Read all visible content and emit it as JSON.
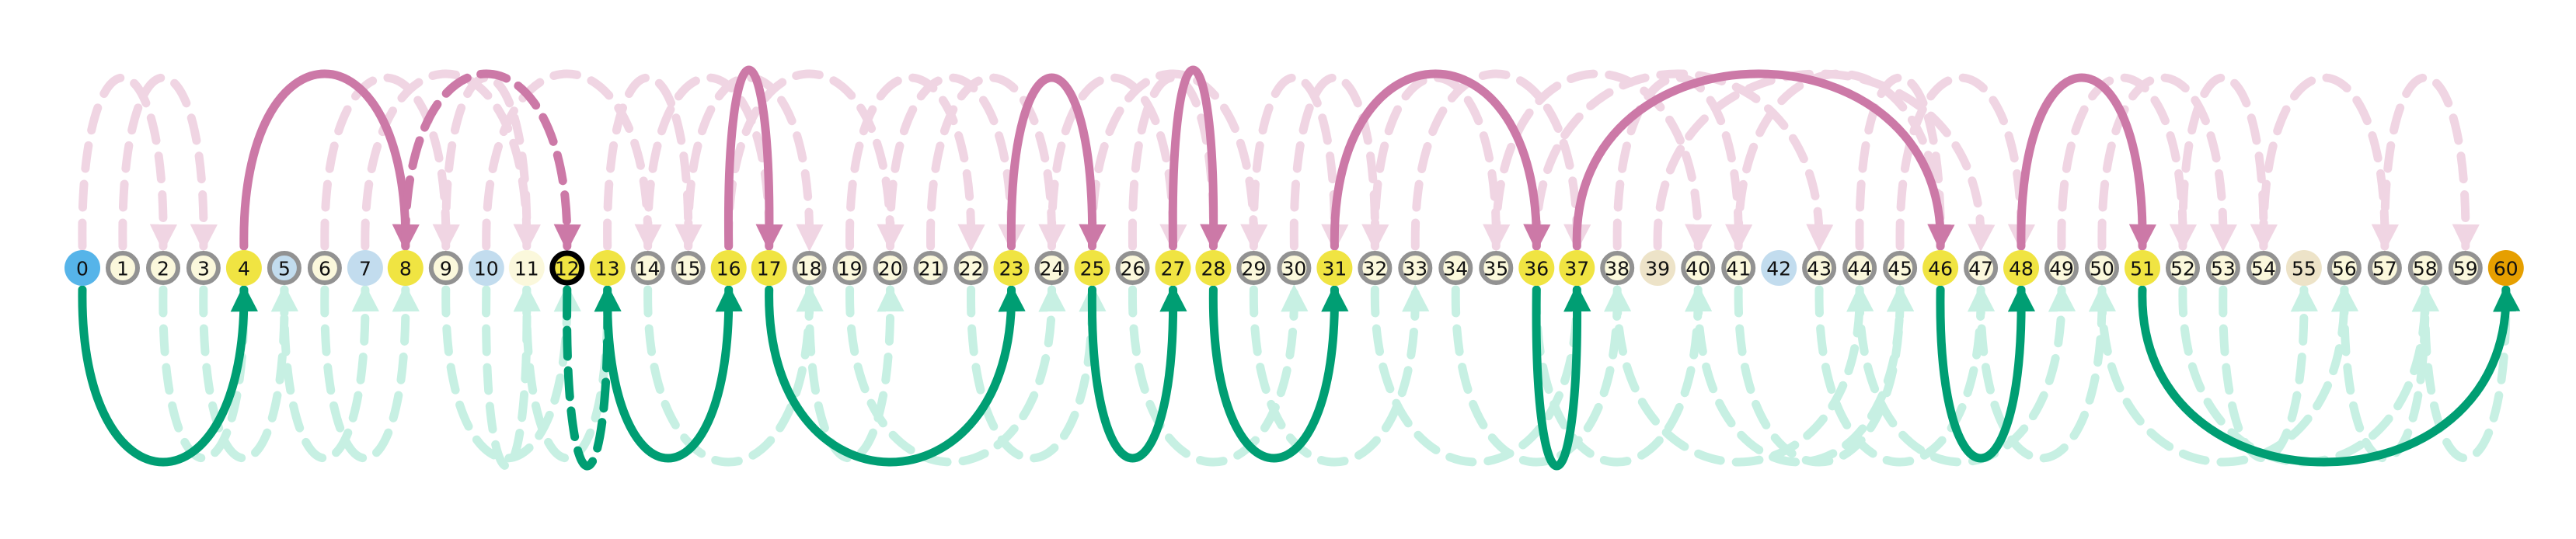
{
  "colors": {
    "background": "#ffffff",
    "pink": "#cc79a7",
    "green": "#009e73",
    "pink_faded": "#f0d5e3",
    "green_faded": "#c7f0e3",
    "node_start": "#56b4e9",
    "node_goal": "#e69f00",
    "node_path": "#f0e442",
    "node_plain": "#fbf8dc",
    "node_blue": "#c2dcee",
    "node_tan": "#ede3c8",
    "ring_grey": "#929292",
    "ring_current": "#000000"
  },
  "nodes": [
    {
      "label": "0",
      "kind": "start"
    },
    {
      "label": "1",
      "kind": "plain"
    },
    {
      "label": "2",
      "kind": "plain"
    },
    {
      "label": "3",
      "kind": "plain"
    },
    {
      "label": "4",
      "kind": "path"
    },
    {
      "label": "5",
      "kind": "blue"
    },
    {
      "label": "6",
      "kind": "plain"
    },
    {
      "label": "7",
      "kind": "blue-noring"
    },
    {
      "label": "8",
      "kind": "path"
    },
    {
      "label": "9",
      "kind": "plain"
    },
    {
      "label": "10",
      "kind": "blue-noring"
    },
    {
      "label": "11",
      "kind": "plain-noring"
    },
    {
      "label": "12",
      "kind": "current"
    },
    {
      "label": "13",
      "kind": "path"
    },
    {
      "label": "14",
      "kind": "plain"
    },
    {
      "label": "15",
      "kind": "plain"
    },
    {
      "label": "16",
      "kind": "path"
    },
    {
      "label": "17",
      "kind": "path"
    },
    {
      "label": "18",
      "kind": "plain"
    },
    {
      "label": "19",
      "kind": "plain"
    },
    {
      "label": "20",
      "kind": "plain"
    },
    {
      "label": "21",
      "kind": "plain"
    },
    {
      "label": "22",
      "kind": "plain"
    },
    {
      "label": "23",
      "kind": "path"
    },
    {
      "label": "24",
      "kind": "plain"
    },
    {
      "label": "25",
      "kind": "path"
    },
    {
      "label": "26",
      "kind": "plain"
    },
    {
      "label": "27",
      "kind": "path"
    },
    {
      "label": "28",
      "kind": "path"
    },
    {
      "label": "29",
      "kind": "plain"
    },
    {
      "label": "30",
      "kind": "plain"
    },
    {
      "label": "31",
      "kind": "path"
    },
    {
      "label": "32",
      "kind": "plain"
    },
    {
      "label": "33",
      "kind": "plain"
    },
    {
      "label": "34",
      "kind": "plain"
    },
    {
      "label": "35",
      "kind": "plain"
    },
    {
      "label": "36",
      "kind": "path"
    },
    {
      "label": "37",
      "kind": "path"
    },
    {
      "label": "38",
      "kind": "plain"
    },
    {
      "label": "39",
      "kind": "tan-noring"
    },
    {
      "label": "40",
      "kind": "plain"
    },
    {
      "label": "41",
      "kind": "plain"
    },
    {
      "label": "42",
      "kind": "blue-noring"
    },
    {
      "label": "43",
      "kind": "plain"
    },
    {
      "label": "44",
      "kind": "plain"
    },
    {
      "label": "45",
      "kind": "plain"
    },
    {
      "label": "46",
      "kind": "path"
    },
    {
      "label": "47",
      "kind": "plain"
    },
    {
      "label": "48",
      "kind": "path"
    },
    {
      "label": "49",
      "kind": "plain"
    },
    {
      "label": "50",
      "kind": "plain"
    },
    {
      "label": "51",
      "kind": "path"
    },
    {
      "label": "52",
      "kind": "plain"
    },
    {
      "label": "53",
      "kind": "plain"
    },
    {
      "label": "54",
      "kind": "plain"
    },
    {
      "label": "55",
      "kind": "tan-noring"
    },
    {
      "label": "56",
      "kind": "plain"
    },
    {
      "label": "57",
      "kind": "plain"
    },
    {
      "label": "58",
      "kind": "plain"
    },
    {
      "label": "59",
      "kind": "plain"
    },
    {
      "label": "60",
      "kind": "goal"
    }
  ],
  "path_edges": [
    {
      "from": 0,
      "to": 4,
      "side": "below",
      "style": "solid"
    },
    {
      "from": 4,
      "to": 8,
      "side": "above",
      "style": "solid"
    },
    {
      "from": 8,
      "to": 12,
      "side": "above",
      "style": "dashed"
    },
    {
      "from": 12,
      "to": 13,
      "side": "below",
      "style": "dashed"
    },
    {
      "from": 13,
      "to": 16,
      "side": "below",
      "style": "solid"
    },
    {
      "from": 16,
      "to": 17,
      "side": "above",
      "style": "solid"
    },
    {
      "from": 17,
      "to": 23,
      "side": "below",
      "style": "solid"
    },
    {
      "from": 23,
      "to": 25,
      "side": "above",
      "style": "solid"
    },
    {
      "from": 25,
      "to": 27,
      "side": "below",
      "style": "solid"
    },
    {
      "from": 27,
      "to": 28,
      "side": "above",
      "style": "solid"
    },
    {
      "from": 28,
      "to": 31,
      "side": "below",
      "style": "solid"
    },
    {
      "from": 31,
      "to": 36,
      "side": "above",
      "style": "solid"
    },
    {
      "from": 36,
      "to": 37,
      "side": "below",
      "style": "solid"
    },
    {
      "from": 37,
      "to": 46,
      "side": "above",
      "style": "solid"
    },
    {
      "from": 46,
      "to": 48,
      "side": "below",
      "style": "solid"
    },
    {
      "from": 48,
      "to": 51,
      "side": "above",
      "style": "solid"
    },
    {
      "from": 51,
      "to": 60,
      "side": "below",
      "style": "solid"
    }
  ],
  "background_edges": [
    {
      "from": 1,
      "to": 3,
      "side": "above"
    },
    {
      "from": 0,
      "to": 2,
      "side": "above"
    },
    {
      "from": 2,
      "to": 4,
      "side": "below"
    },
    {
      "from": 3,
      "to": 5,
      "side": "below"
    },
    {
      "from": 5,
      "to": 7,
      "side": "below"
    },
    {
      "from": 6,
      "to": 8,
      "side": "below"
    },
    {
      "from": 6,
      "to": 9,
      "side": "above"
    },
    {
      "from": 7,
      "to": 11,
      "side": "above"
    },
    {
      "from": 9,
      "to": 11,
      "side": "above"
    },
    {
      "from": 9,
      "to": 12,
      "side": "below"
    },
    {
      "from": 10,
      "to": 11,
      "side": "below"
    },
    {
      "from": 10,
      "to": 14,
      "side": "above"
    },
    {
      "from": 11,
      "to": 13,
      "side": "below"
    },
    {
      "from": 13,
      "to": 15,
      "side": "above"
    },
    {
      "from": 14,
      "to": 17,
      "side": "above"
    },
    {
      "from": 14,
      "to": 18,
      "side": "below"
    },
    {
      "from": 15,
      "to": 18,
      "side": "above"
    },
    {
      "from": 16,
      "to": 20,
      "side": "above"
    },
    {
      "from": 18,
      "to": 20,
      "side": "below"
    },
    {
      "from": 19,
      "to": 22,
      "side": "above"
    },
    {
      "from": 19,
      "to": 24,
      "side": "below"
    },
    {
      "from": 20,
      "to": 23,
      "side": "above"
    },
    {
      "from": 21,
      "to": 24,
      "side": "above"
    },
    {
      "from": 22,
      "to": 25,
      "side": "below"
    },
    {
      "from": 24,
      "to": 27,
      "side": "above"
    },
    {
      "from": 25,
      "to": 29,
      "side": "above"
    },
    {
      "from": 26,
      "to": 28,
      "side": "above"
    },
    {
      "from": 26,
      "to": 30,
      "side": "below"
    },
    {
      "from": 29,
      "to": 31,
      "side": "above"
    },
    {
      "from": 29,
      "to": 33,
      "side": "below"
    },
    {
      "from": 30,
      "to": 32,
      "side": "above"
    },
    {
      "from": 32,
      "to": 35,
      "side": "above"
    },
    {
      "from": 32,
      "to": 37,
      "side": "below"
    },
    {
      "from": 33,
      "to": 37,
      "side": "above"
    },
    {
      "from": 34,
      "to": 38,
      "side": "below"
    },
    {
      "from": 35,
      "to": 40,
      "side": "above"
    },
    {
      "from": 36,
      "to": 40,
      "side": "below"
    },
    {
      "from": 36,
      "to": 43,
      "side": "above"
    },
    {
      "from": 38,
      "to": 41,
      "side": "above"
    },
    {
      "from": 38,
      "to": 44,
      "side": "below"
    },
    {
      "from": 39,
      "to": 47,
      "side": "above"
    },
    {
      "from": 40,
      "to": 45,
      "side": "below"
    },
    {
      "from": 41,
      "to": 46,
      "side": "above"
    },
    {
      "from": 41,
      "to": 45,
      "side": "below"
    },
    {
      "from": 43,
      "to": 47,
      "side": "below"
    },
    {
      "from": 44,
      "to": 46,
      "side": "above"
    },
    {
      "from": 44,
      "to": 49,
      "side": "below"
    },
    {
      "from": 45,
      "to": 48,
      "side": "above"
    },
    {
      "from": 47,
      "to": 50,
      "side": "below"
    },
    {
      "from": 49,
      "to": 52,
      "side": "above"
    },
    {
      "from": 50,
      "to": 53,
      "side": "above"
    },
    {
      "from": 50,
      "to": 56,
      "side": "below"
    },
    {
      "from": 52,
      "to": 54,
      "side": "above"
    },
    {
      "from": 52,
      "to": 58,
      "side": "below"
    },
    {
      "from": 53,
      "to": 55,
      "side": "below"
    },
    {
      "from": 54,
      "to": 57,
      "side": "above"
    },
    {
      "from": 56,
      "to": 58,
      "side": "below"
    },
    {
      "from": 57,
      "to": 59,
      "side": "above"
    },
    {
      "from": 58,
      "to": 60,
      "side": "below"
    }
  ]
}
